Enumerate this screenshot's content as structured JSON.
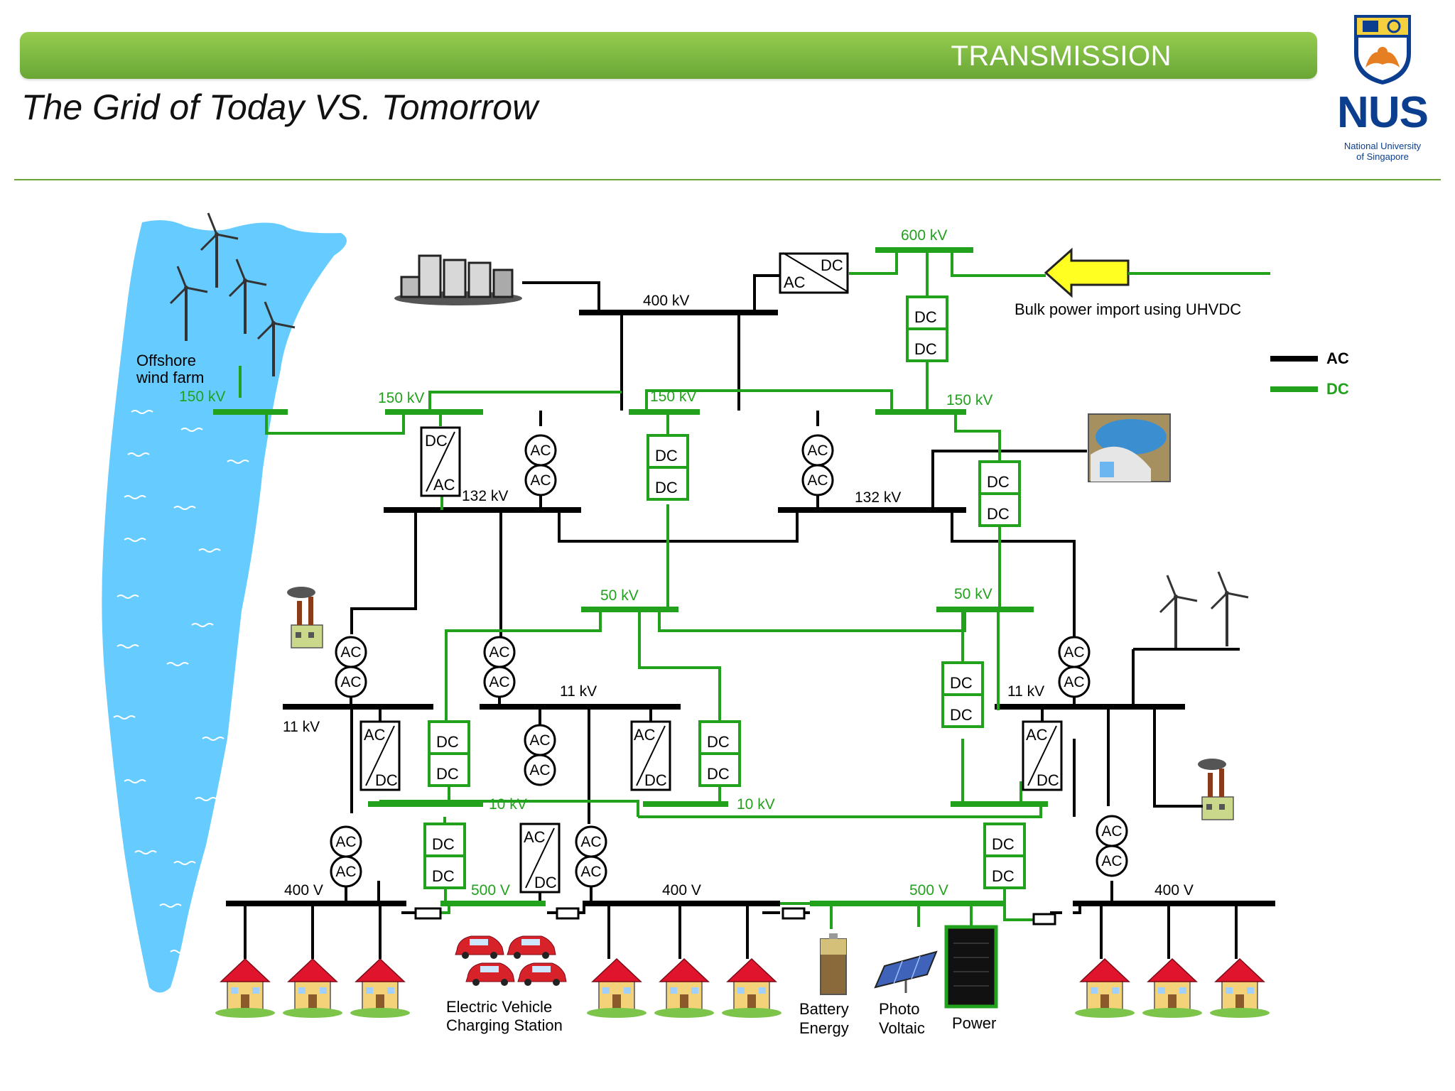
{
  "header": {
    "section": "TRANSMISSION",
    "title": "The Grid of Today VS. Tomorrow"
  },
  "logo": {
    "word": "NUS",
    "subtitle_line1": "National University",
    "subtitle_line2": "of Singapore"
  },
  "colors": {
    "ac": "#000000",
    "dc": "#22a11c",
    "water": "#66ccff",
    "accent": "#7cb842"
  },
  "legend": {
    "ac": "AC",
    "dc": "DC"
  },
  "labels": {
    "offshore_line1": "Offshore",
    "offshore_line2": "wind farm",
    "bulk_import": "Bulk power import using UHVDC",
    "ev_line1": "Electric Vehicle",
    "ev_line2": "Charging Station",
    "battery_line1": "Battery",
    "battery_line2": "Energy",
    "pv_line1": "Photo",
    "pv_line2": "Voltaic",
    "power": "Power"
  },
  "voltages": {
    "v600kv": "600 kV",
    "v400kv": "400 kV",
    "v150kv": "150 kV",
    "v132kv": "132 kV",
    "v50kv": "50 kV",
    "v11kv": "11 kV",
    "v10kv": "10 kV",
    "v500v": "500 V",
    "v400v": "400 V"
  },
  "converter": {
    "ac": "AC",
    "dc": "DC"
  }
}
